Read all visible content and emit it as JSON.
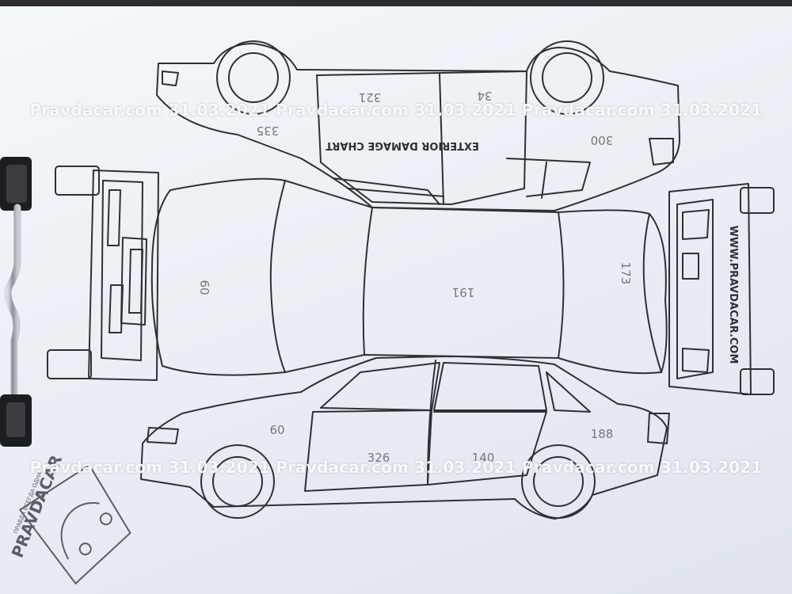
{
  "chart_title": "EXTERIOR DAMAGE CHART",
  "website_text": "WWW.PRAVDACAR.COM",
  "watermark": "Pravdacar.com 31.03.2021 Pravdacar.com 31.03.2021 Pravdacar.com 31.03.2021",
  "stamp": {
    "brand": "PRAVDACAR",
    "motto": "ПРАВДА ВСЕГДА ОДНА"
  },
  "paint_readings": {
    "top_side_rear_door": "321",
    "top_side_front_door": "34",
    "top_side_rear_fender": "335",
    "top_side_front_fender": "300",
    "trunk_lid": "60",
    "roof": "191",
    "hood": "173",
    "bottom_side_front_fender": "60",
    "bottom_side_front_door": "326",
    "bottom_side_rear_door": "140",
    "bottom_side_rear_fender": "188"
  },
  "colors": {
    "paper": "#eef1f6",
    "ink": "#2f3034",
    "pencil": "#74767c",
    "clipboard": "#2b2d31"
  }
}
